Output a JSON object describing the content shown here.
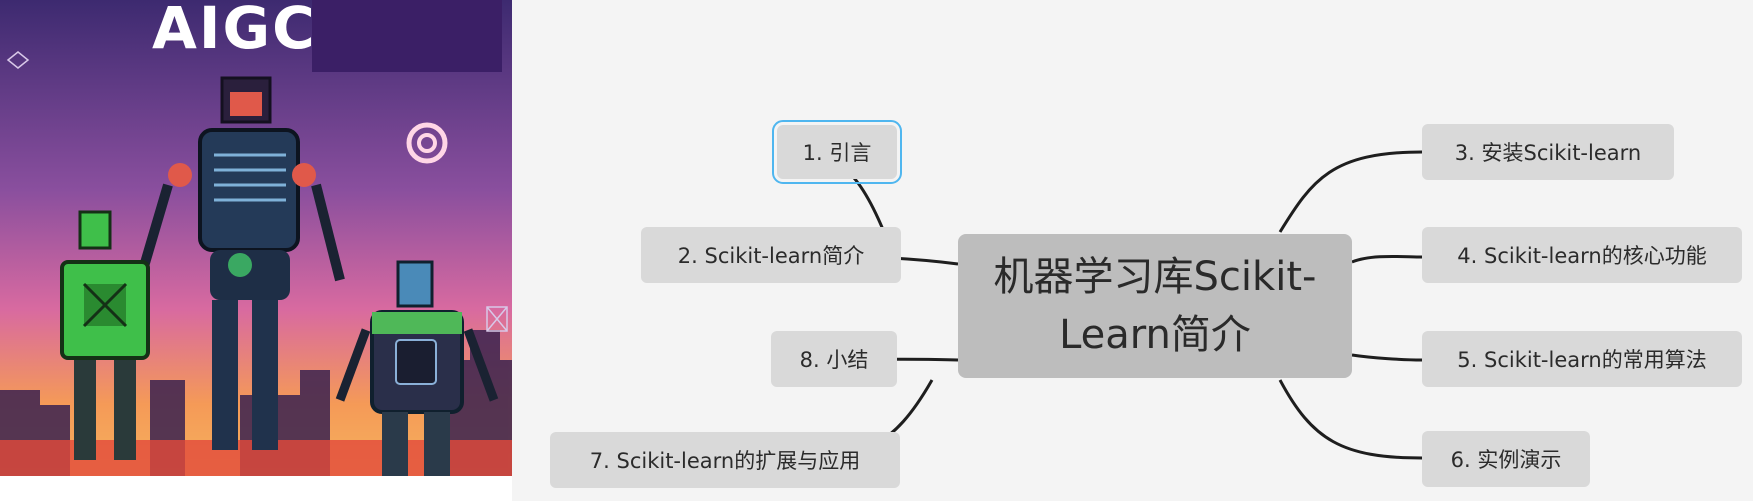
{
  "illustration": {
    "brand_text": "AIGC",
    "colors": {
      "sky_top": "#4b2a78",
      "sky_mid": "#b2549a",
      "sky_low": "#f08a4b",
      "city": "#2a1840"
    }
  },
  "mindmap": {
    "center": "机器学习库Scikit-Learn简介",
    "left_nodes": [
      "1. 引言",
      "2. Scikit-learn简介",
      "8. 小结",
      "7. Scikit-learn的扩展与应用"
    ],
    "right_nodes": [
      "3. 安装Scikit-learn",
      "4. Scikit-learn的核心功能",
      "5. Scikit-learn的常用算法",
      "6. 实例演示"
    ],
    "selected": "1. 引言",
    "colors": {
      "node": "#d9d9d9",
      "center": "#bdbdbd",
      "line": "#1e1e1e",
      "selection": "#4fb6ef"
    }
  }
}
